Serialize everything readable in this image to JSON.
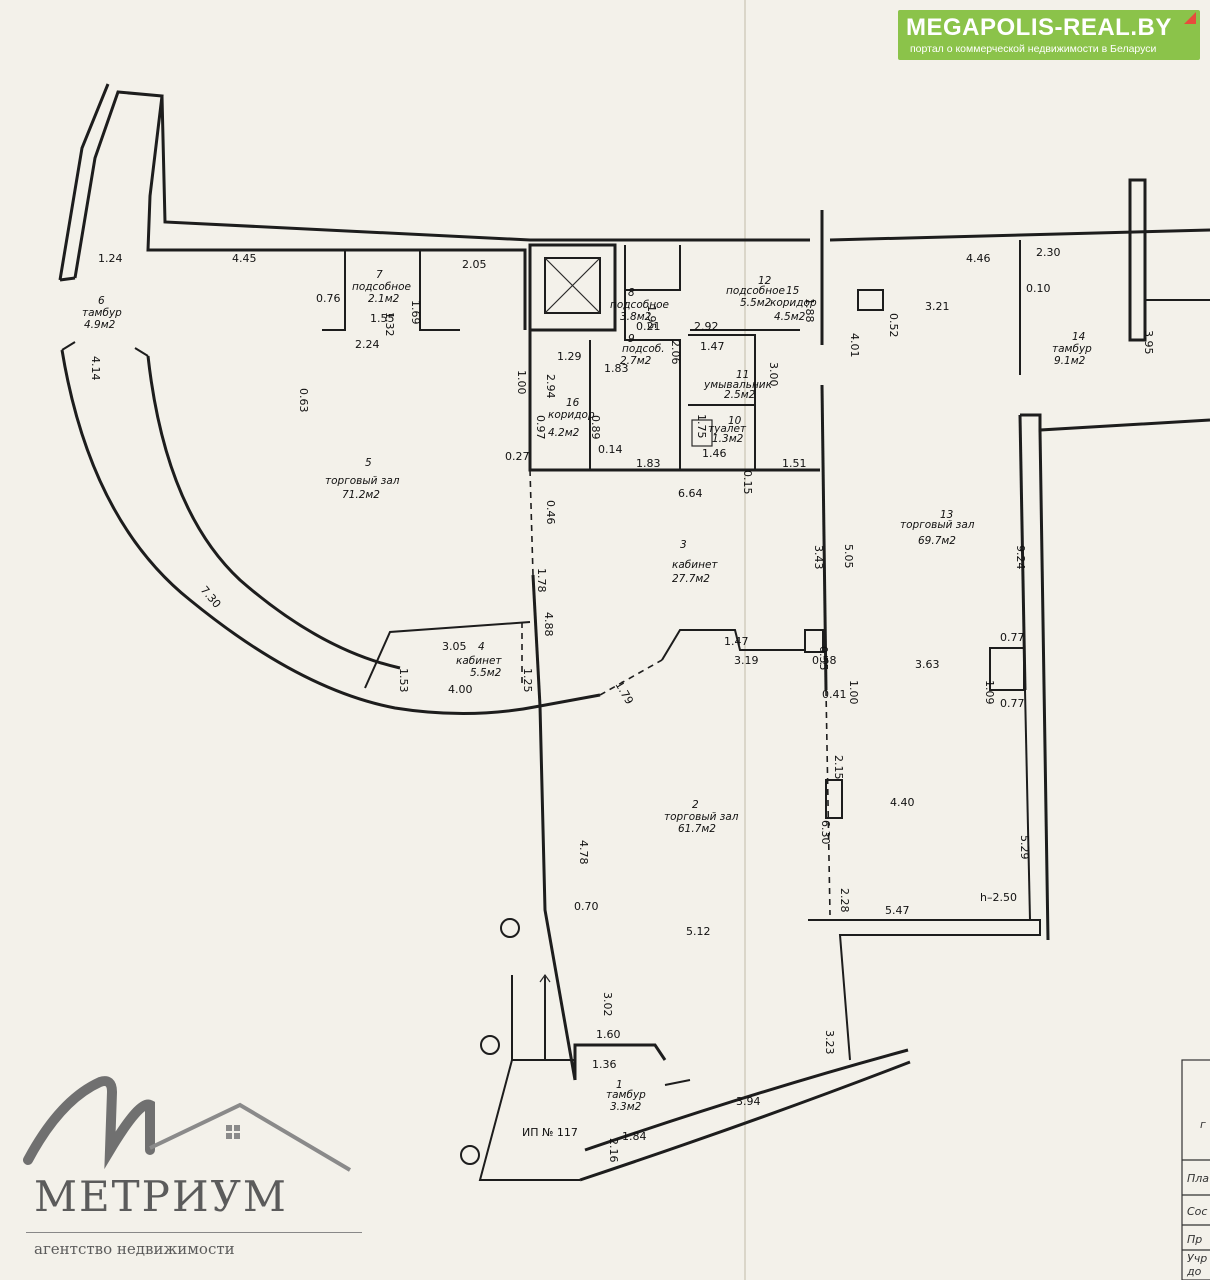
{
  "rooms": [
    {
      "id": "r1",
      "num": "1",
      "name": "тамбур",
      "area": "3.3м2"
    },
    {
      "id": "r2",
      "num": "2",
      "name": "торговый зал",
      "area": "61.7м2"
    },
    {
      "id": "r3",
      "num": "3",
      "name": "кабинет",
      "area": "27.7м2"
    },
    {
      "id": "r4",
      "num": "4",
      "name": "кабинет",
      "area": "5.5м2"
    },
    {
      "id": "r5",
      "num": "5",
      "name": "торговый зал",
      "area": "71.2м2"
    },
    {
      "id": "r6",
      "num": "6",
      "name": "тамбур",
      "area": "4.9м2"
    },
    {
      "id": "r7",
      "num": "7",
      "name": "подсобное",
      "area": "2.1м2"
    },
    {
      "id": "r8",
      "num": "8",
      "name": "подсобное",
      "area": "3.8м2"
    },
    {
      "id": "r9",
      "num": "9",
      "name": "подсоб.",
      "area": "2.7м2"
    },
    {
      "id": "r10",
      "num": "10",
      "name": "туалет",
      "area": "1.3м2"
    },
    {
      "id": "r11",
      "num": "11",
      "name": "умывальник",
      "area": "2.5м2"
    },
    {
      "id": "r12",
      "num": "12",
      "name": "подсобное",
      "area": "5.5м2"
    },
    {
      "id": "r13",
      "num": "13",
      "name": "торговый зал",
      "area": "69.7м2"
    },
    {
      "id": "r14",
      "num": "14",
      "name": "тамбур",
      "area": "9.1м2"
    },
    {
      "id": "r15",
      "num": "15",
      "name": "коридор",
      "area": "4.5м2"
    },
    {
      "id": "r16",
      "num": "16",
      "name": "коридор",
      "area": "4.2м2"
    }
  ],
  "dimensions": [
    "1.24",
    "4.45",
    "2.05",
    "1.69",
    "1.55",
    "1.32",
    "2.24",
    "0.63",
    "0.76",
    "4.14",
    "1.00",
    "2.94",
    "1.29",
    "1.83",
    "0.97",
    "0.89",
    "0.27",
    "0.14",
    "1.83",
    "0.46",
    "2.06",
    "1.78",
    "4.88",
    "7.30",
    "3.05",
    "1.53",
    "1.25",
    "4.00",
    "1.95",
    "0.21",
    "2.92",
    "1.47",
    "3.00",
    "1.75",
    "1.46",
    "0.15",
    "1.51",
    "1.88",
    "4.01",
    "6.64",
    "3.43",
    "5.05",
    "1.47",
    "3.19",
    "0.55",
    "0.58",
    "1.00",
    "0.41",
    "1.79",
    "4.46",
    "2.30",
    "0.10",
    "3.95",
    "0.52",
    "3.21",
    "9.24",
    "0.77",
    "1.09",
    "3.63",
    "0.77",
    "2.15",
    "6.30",
    "4.40",
    "4.78",
    "0.70",
    "5.12",
    "2.28",
    "5.47",
    "h–2.50",
    "5.29",
    "3.02",
    "3.23",
    "1.60",
    "1.36",
    "3.94",
    "2.16",
    "1.84"
  ],
  "stamp": "ИП № 117",
  "title_block": [
    "Пла",
    "Сос",
    "Пр",
    "Учр",
    "до",
    "г"
  ],
  "megapolis": {
    "title": "MEGAPOLIS-REAL.BY",
    "subtitle": "портал о коммерческой недвижимости в Беларуси",
    "color": "#8bc34a"
  },
  "metrium": {
    "name": "МЕТРИУМ",
    "tagline": "агентство недвижимости",
    "color": "#5b5b5b"
  }
}
